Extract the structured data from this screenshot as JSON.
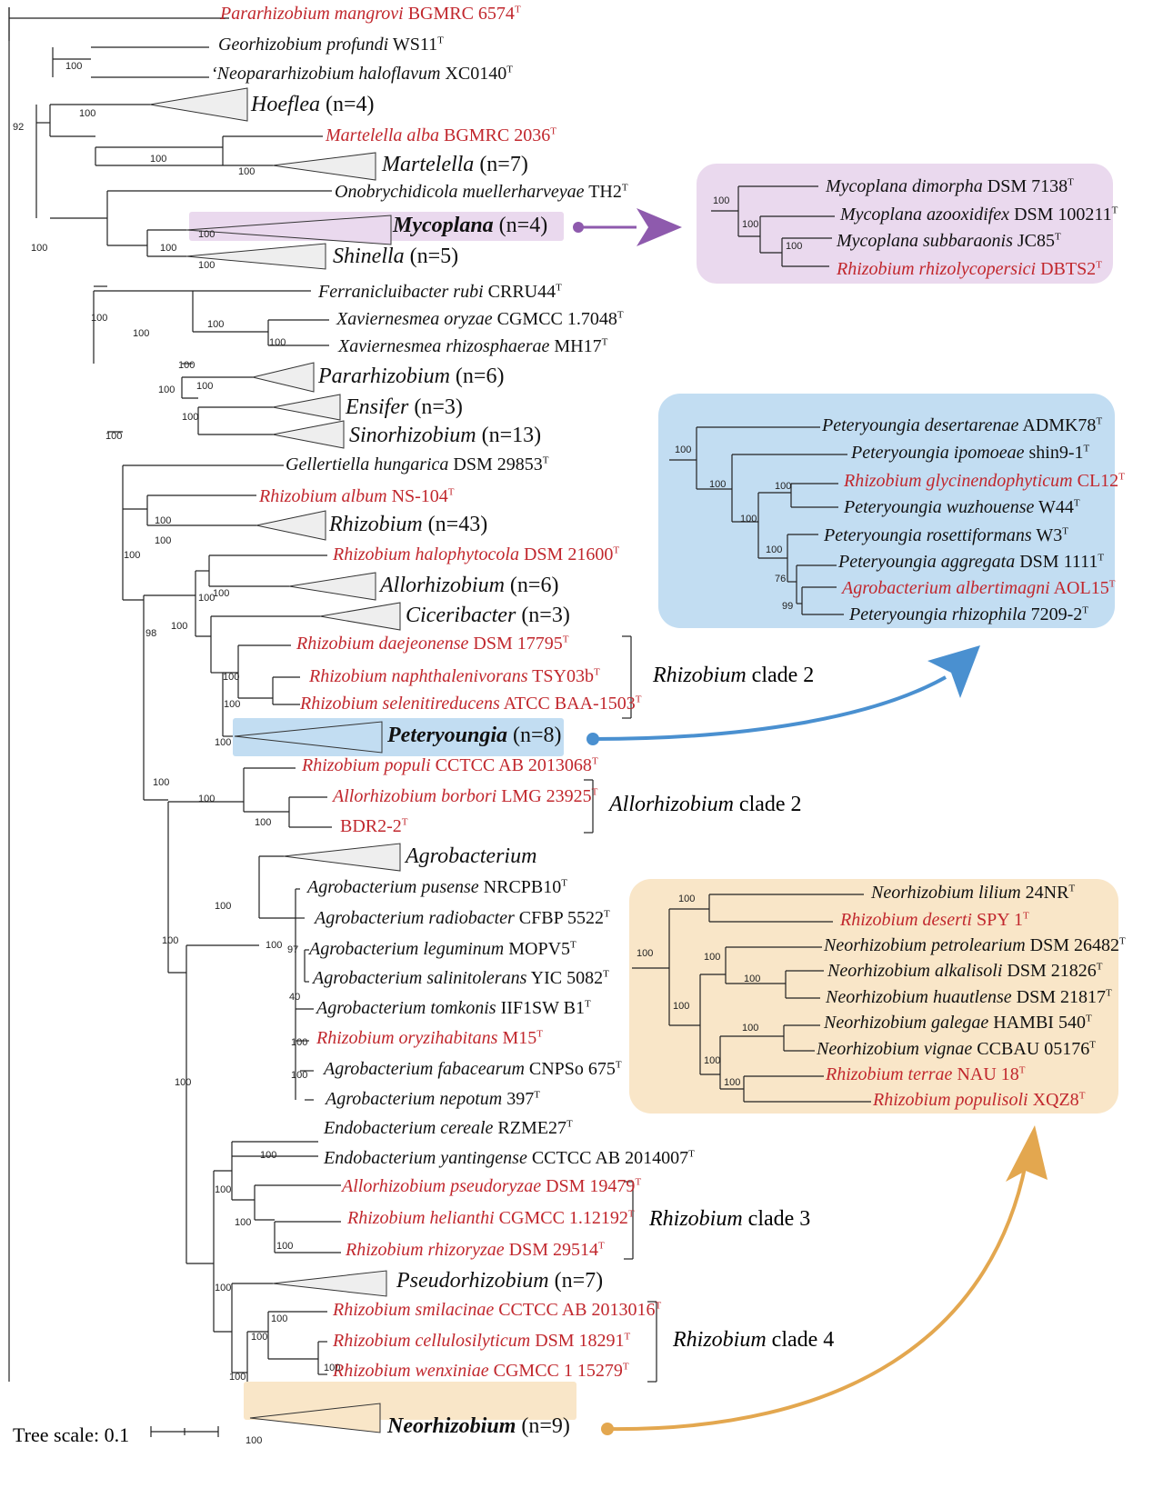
{
  "scale_label": "Tree scale: 0.1",
  "colors": {
    "red": "#c1272d",
    "purple": "#8e5aad",
    "blue": "#4a90d0",
    "orange": "#e3a74f",
    "purple_box": "#ead9ee",
    "blue_box": "#c2ddf2",
    "orange_box": "#f9e6c8",
    "tri": "#eeeeee"
  },
  "main_tips": [
    {
      "i": "Pararhizobium mangrovi",
      "r": " BGMRC 6574",
      "sup": "T",
      "red": true
    },
    {
      "i": "Georhizobium profundi",
      "r": " WS11",
      "sup": "T"
    },
    {
      "i": "‘Neopararhizobium haloflavum",
      "r": " XC0140",
      "sup": "T"
    },
    {
      "i": "Hoeflea",
      "r": " (n=4)",
      "big": true
    },
    {
      "i": "Martelella alba",
      "r": " BGMRC 2036",
      "sup": "T",
      "red": true
    },
    {
      "i": "Martelella",
      "r": " (n=7)",
      "big": true
    },
    {
      "i": "Onobrychidicola muellerharveyae",
      "r": " TH2",
      "sup": "T"
    },
    {
      "i": "Mycoplana",
      "r": " (n=4)",
      "big": true,
      "bold": true
    },
    {
      "i": "Shinella",
      "r": " (n=5)",
      "big": true
    },
    {
      "i": "Ferranicluibacter rubi",
      "r": " CRRU44",
      "sup": "T"
    },
    {
      "i": "Xaviernesmea oryzae",
      "r": " CGMCC 1.7048",
      "sup": "T"
    },
    {
      "i": "Xaviernesmea rhizosphaerae",
      "r": " MH17",
      "sup": "T"
    },
    {
      "i": "Pararhizobium",
      "r": " (n=6)",
      "big": true
    },
    {
      "i": "Ensifer",
      "r": " (n=3)",
      "big": true
    },
    {
      "i": "Sinorhizobium",
      "r": "  (n=13)",
      "big": true
    },
    {
      "i": "Gellertiella hungarica",
      "r": " DSM 29853",
      "sup": "T"
    },
    {
      "i": "Rhizobium album",
      "r": " NS-104",
      "sup": "T",
      "red": true
    },
    {
      "i": "Rhizobium",
      "r": " (n=43)",
      "big": true
    },
    {
      "i": "Rhizobium halophytocola",
      "r": " DSM 21600",
      "sup": "T",
      "red": true
    },
    {
      "i": "Allorhizobium",
      "r": " (n=6)",
      "big": true
    },
    {
      "i": "Ciceribacter",
      "r": " (n=3)",
      "big": true
    },
    {
      "i": "Rhizobium daejeonense",
      "r": " DSM 17795",
      "sup": "T",
      "red": true
    },
    {
      "i": "Rhizobium naphthalenivorans",
      "r": " TSY03b",
      "sup": "T",
      "red": true
    },
    {
      "i": "Rhizobium selenitireducens",
      "r": " ATCC BAA-1503",
      "sup": "T",
      "red": true
    },
    {
      "i": "Peteryoungia",
      "r": " (n=8)",
      "big": true,
      "bold": true
    },
    {
      "i": "Rhizobium populi",
      "r": " CCTCC AB 2013068",
      "sup": "T",
      "red": true
    },
    {
      "i": "Allorhizobium borbori",
      "r": " LMG 23925",
      "sup": "T",
      "red": true
    },
    {
      "i": "",
      "r": "BDR2-2",
      "sup": "T",
      "red": true
    },
    {
      "i": "Agrobacterium",
      "r": "",
      "big": true
    },
    {
      "i": "Agrobacterium pusense",
      "r": " NRCPB10",
      "sup": "T"
    },
    {
      "i": "Agrobacterium radiobacter",
      "r": " CFBP 5522",
      "sup": "T"
    },
    {
      "i": "Agrobacterium leguminum",
      "r": " MOPV5",
      "sup": "T"
    },
    {
      "i": "Agrobacterium salinitolerans",
      "r": " YIC 5082",
      "sup": "T"
    },
    {
      "i": "Agrobacterium tomkonis",
      "r": " IIF1SW B1",
      "sup": "T"
    },
    {
      "i": "Rhizobium oryzihabitans",
      "r": " M15",
      "sup": "T",
      "red": true
    },
    {
      "i": "Agrobacterium fabacearum",
      "r": " CNPSo 675",
      "sup": "T"
    },
    {
      "i": "Agrobacterium nepotum",
      "r": " 397",
      "sup": "T"
    },
    {
      "i": "Endobacterium cereale",
      "r": " RZME27",
      "sup": "T"
    },
    {
      "i": "Endobacterium yantingense",
      "r": " CCTCC AB 2014007",
      "sup": "T"
    },
    {
      "i": "Allorhizobium pseudoryzae",
      "r": " DSM 19479",
      "sup": "T",
      "red": true
    },
    {
      "i": "Rhizobium helianthi",
      "r": " CGMCC 1.12192",
      "sup": "T",
      "red": true
    },
    {
      "i": "Rhizobium rhizoryzae",
      "r": " DSM 29514",
      "sup": "T",
      "red": true
    },
    {
      "i": "Pseudorhizobium",
      "r": " (n=7)",
      "big": true
    },
    {
      "i": "Rhizobium smilacinae",
      "r": " CCTCC AB 2013016",
      "sup": "T",
      "red": true
    },
    {
      "i": "Rhizobium cellulosilyticum",
      "r": " DSM 18291",
      "sup": "T",
      "red": true
    },
    {
      "i": "Rhizobium wenxiniae",
      "r": " CGMCC 1 15279",
      "sup": "T",
      "red": true
    },
    {
      "i": "Neorhizobium",
      "r": " (n=9)",
      "big": true,
      "bold": true
    }
  ],
  "clade_labels": [
    {
      "i": "Rhizobium",
      "r": " clade 2"
    },
    {
      "i": "Allorhizobium",
      "r": " clade 2"
    },
    {
      "i": "Rhizobium",
      "r": " clade 3"
    },
    {
      "i": "Rhizobium",
      "r": " clade 4"
    }
  ],
  "bootstrap": [
    "92",
    "100",
    "100",
    "100",
    "100",
    "100",
    "100",
    "100",
    "100",
    "100",
    "100",
    "100",
    "100",
    "100",
    "100",
    "100",
    "100",
    "100",
    "100",
    "100",
    "100",
    "98",
    "100",
    "100",
    "100",
    "100",
    "100",
    "100",
    "100",
    "100",
    "100",
    "100",
    "100",
    "100",
    "100",
    "100",
    "100",
    "100",
    "100",
    "100",
    "100",
    "100",
    "100",
    "100",
    "100",
    "100",
    "100",
    "97",
    "40"
  ],
  "insets": {
    "mycoplana": {
      "tips": [
        {
          "i": "Mycoplana dimorpha",
          "r": " DSM 7138",
          "sup": "T"
        },
        {
          "i": "Mycoplana azooxidifex",
          "r": " DSM 100211",
          "sup": "T"
        },
        {
          "i": "Mycoplana subbaraonis",
          "r": " JC85",
          "sup": "T"
        },
        {
          "i": "Rhizobium rhizolycopersici",
          "r": " DBTS2",
          "sup": "T",
          "red": true
        }
      ],
      "bootstrap": [
        "100",
        "100",
        "100"
      ]
    },
    "peteryoungia": {
      "tips": [
        {
          "i": "Peteryoungia desertarenae",
          "r": " ADMK78",
          "sup": "T"
        },
        {
          "i": "Peteryoungia ipomoeae",
          "r": " shin9-1",
          "sup": "T"
        },
        {
          "i": "Rhizobium glycinendophyticum",
          "r": " CL12",
          "sup": "T",
          "red": true
        },
        {
          "i": "Peteryoungia wuzhouense",
          "r": " W44",
          "sup": "T"
        },
        {
          "i": "Peteryoungia rosettiformans",
          "r": " W3",
          "sup": "T"
        },
        {
          "i": "Peteryoungia aggregata",
          "r": " DSM 1111",
          "sup": "T"
        },
        {
          "i": "Agrobacterium albertimagni",
          "r": " AOL15",
          "sup": "T",
          "red": true
        },
        {
          "i": "Peteryoungia rhizophila",
          "r": " 7209-2",
          "sup": "T"
        }
      ],
      "bootstrap": [
        "100",
        "100",
        "100",
        "100",
        "100",
        "76",
        "99"
      ]
    },
    "neorhizobium": {
      "tips": [
        {
          "i": "Neorhizobium lilium",
          "r": " 24NR",
          "sup": "T"
        },
        {
          "i": "Rhizobium deserti",
          "r": " SPY 1",
          "sup": "T",
          "red": true
        },
        {
          "i": "Neorhizobium petrolearium",
          "r": " DSM 26482",
          "sup": "T"
        },
        {
          "i": "Neorhizobium alkalisoli",
          "r": " DSM 21826",
          "sup": "T"
        },
        {
          "i": "Neorhizobium huautlense",
          "r": " DSM 21817",
          "sup": "T"
        },
        {
          "i": "Neorhizobium galegae",
          "r": " HAMBI 540",
          "sup": "T"
        },
        {
          "i": "Neorhizobium vignae",
          "r": " CCBAU 05176",
          "sup": "T"
        },
        {
          "i": "Rhizobium terrae",
          "r": " NAU 18",
          "sup": "T",
          "red": true
        },
        {
          "i": "Rhizobium populisoli",
          "r": " XQZ8",
          "sup": "T",
          "red": true
        }
      ],
      "bootstrap": [
        "100",
        "100",
        "100",
        "100",
        "100",
        "100",
        "100",
        "100"
      ]
    }
  }
}
